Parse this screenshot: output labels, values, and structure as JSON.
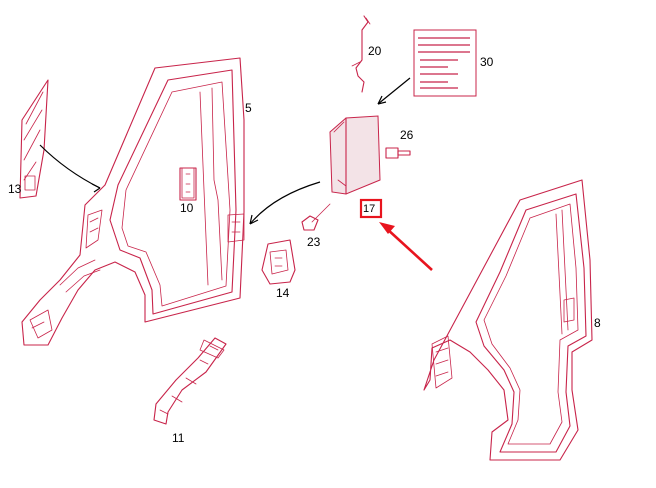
{
  "diagram": {
    "parts": [
      {
        "id": "p5",
        "label": "5"
      },
      {
        "id": "p8",
        "label": "8"
      },
      {
        "id": "p10",
        "label": "10"
      },
      {
        "id": "p11",
        "label": "11"
      },
      {
        "id": "p13",
        "label": "13"
      },
      {
        "id": "p14",
        "label": "14"
      },
      {
        "id": "p17",
        "label": "17"
      },
      {
        "id": "p20",
        "label": "20"
      },
      {
        "id": "p23",
        "label": "23"
      },
      {
        "id": "p26",
        "label": "26"
      },
      {
        "id": "p30",
        "label": "30"
      }
    ],
    "highlight": {
      "label": "17",
      "color": "#e8141e"
    },
    "colors": {
      "linework": "#c8244a",
      "labels": "#000000",
      "highlight": "#e8141e"
    }
  }
}
